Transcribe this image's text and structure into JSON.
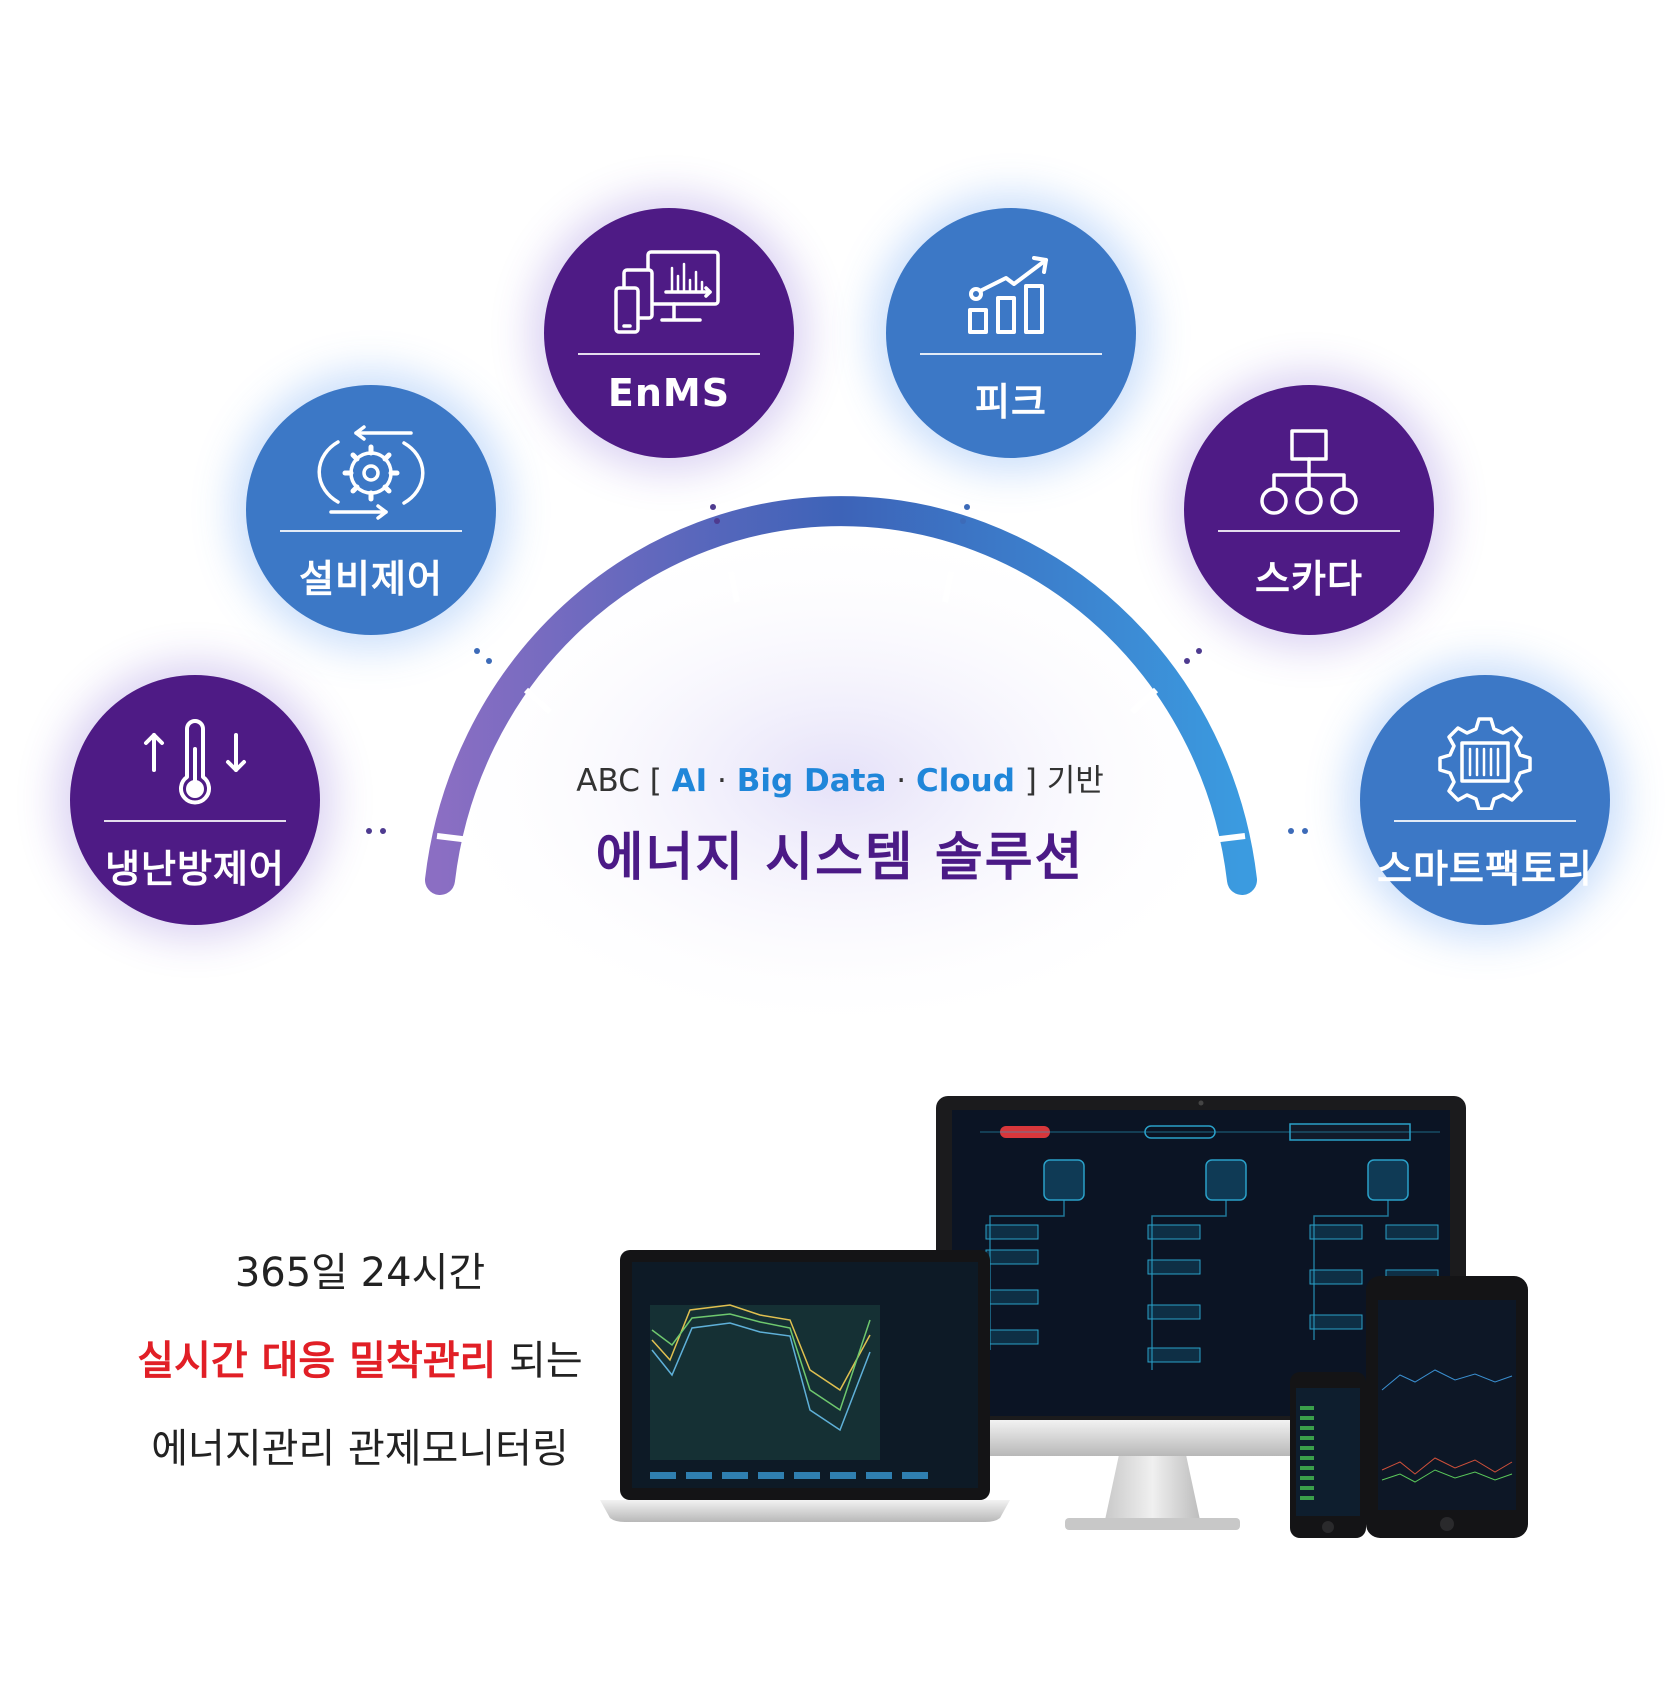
{
  "hero": {
    "subtitle": {
      "prefix": "ABC [ ",
      "ai": "AI",
      "sep1": " · ",
      "bigdata": "Big Data",
      "sep2": " · ",
      "cloud": "Cloud",
      "suffix": " ] 기반"
    },
    "title": "에너지 시스템 솔루션"
  },
  "solutions": [
    {
      "label": "냉난방제어",
      "icon": "thermometer-icon",
      "color": "purple"
    },
    {
      "label": "설비제어",
      "icon": "gear-cycle-icon",
      "color": "blue"
    },
    {
      "label": "EnMS",
      "icon": "devices-chart-icon",
      "color": "purple"
    },
    {
      "label": "피크",
      "icon": "bar-chart-growth-icon",
      "color": "blue"
    },
    {
      "label": "스카다",
      "icon": "hierarchy-icon",
      "color": "purple"
    },
    {
      "label": "스마트팩토리",
      "icon": "factory-gear-icon",
      "color": "blue"
    }
  ],
  "colors": {
    "purple": "#4e1b85",
    "blue": "#3c78c6",
    "accent_blue": "#1f86d9",
    "accent_red": "#e11f26",
    "title_purple": "#4b1a86"
  },
  "monitoring": {
    "line1": "365일 24시간",
    "line2_red": "실시간 대응 밀착관리",
    "line2_rest": " 되는",
    "line3": "에너지관리 관제모니터링"
  }
}
